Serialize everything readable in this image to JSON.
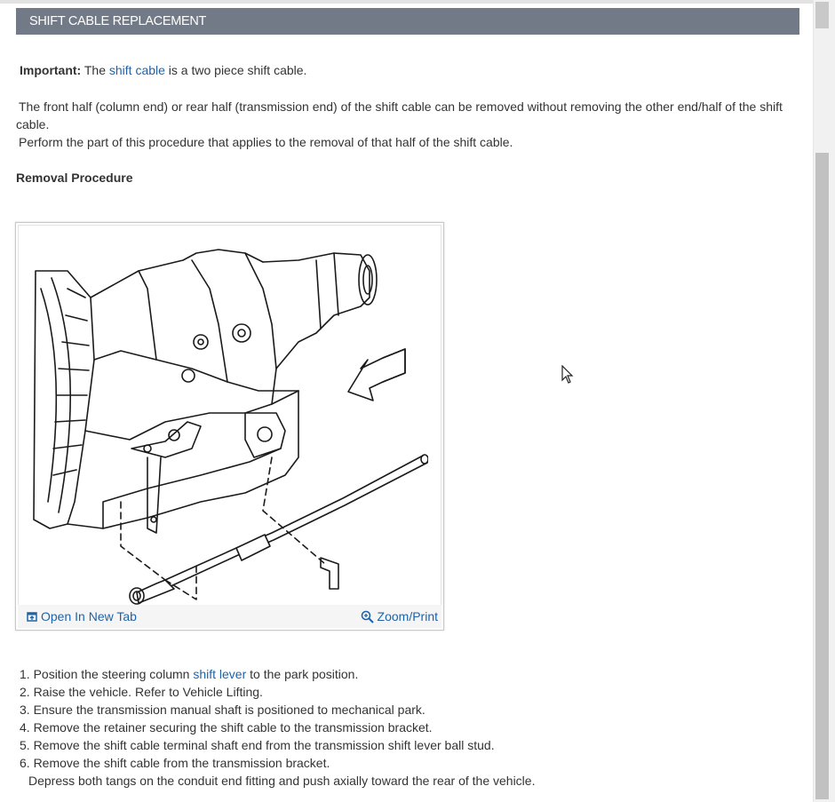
{
  "header": {
    "title": "SHIFT CABLE REPLACEMENT"
  },
  "intro": {
    "important_label": "Important:",
    "text_before_link": " The ",
    "link": "shift cable",
    "text_after_link": " is a two piece shift cable."
  },
  "paragraphs": {
    "p1": "The front half (column end) or rear half (transmission end) of the shift cable can be removed without removing the other end/half of the shift cable.",
    "p2": "Perform the part of this procedure that applies to the removal of that half of the shift cable."
  },
  "section": {
    "title": "Removal Procedure"
  },
  "figure": {
    "open_tab_label": "Open In New Tab",
    "zoom_label": "Zoom/Print",
    "icons": [
      "open-tab-icon",
      "zoom-icon"
    ]
  },
  "steps": {
    "s1_before": "1. Position the steering column ",
    "s1_link": "shift lever",
    "s1_after": " to the park position.",
    "s2": "2. Raise the vehicle. Refer to Vehicle Lifting.",
    "s3": "3. Ensure the transmission manual shaft is positioned to mechanical park.",
    "s4": "4. Remove the retainer securing the shift cable to the transmission bracket.",
    "s5": "5. Remove the shift cable terminal shaft end from the transmission shift lever ball stud.",
    "s6": "6. Remove the shift cable from the transmission bracket.",
    "s6_note": "Depress both tangs on the conduit end fitting and push axially toward the rear of the vehicle."
  },
  "colors": {
    "header_bg": "#717a86",
    "link": "#1f63a8",
    "text": "#333333"
  }
}
